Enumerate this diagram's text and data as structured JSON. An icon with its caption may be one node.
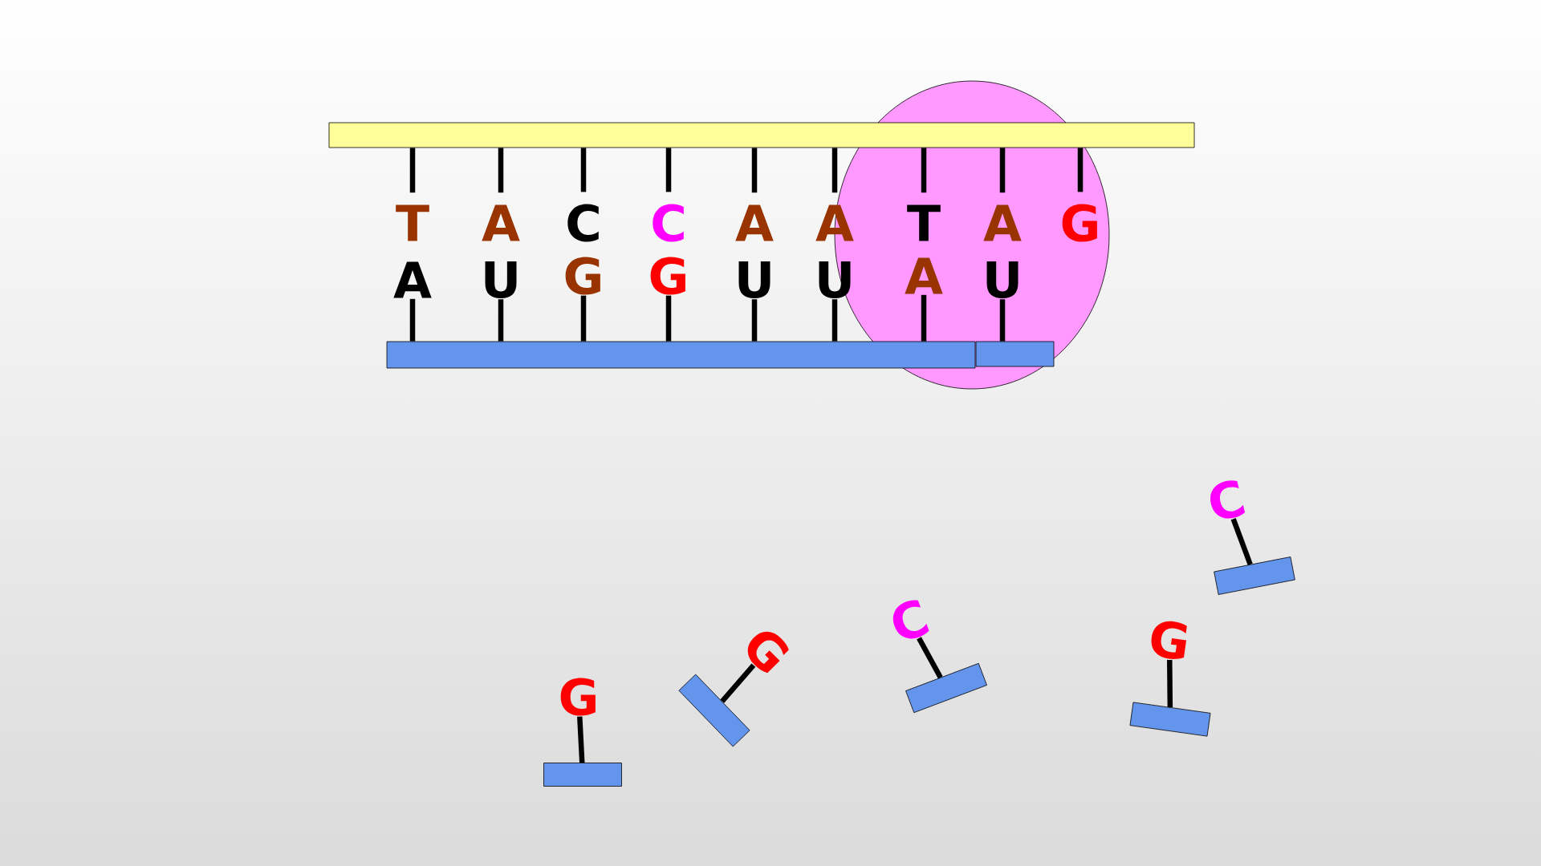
{
  "diagram": {
    "nodes": [
      {
        "text": [],
        "shape": "bar"
      },
      {
        "text": [],
        "shape": "circle"
      },
      {
        "text": [],
        "shape": "bar"
      },
      {
        "text": [],
        "shape": "bar",
        "in": 1
      },
      {
        "text": [
          "T"
        ]
      },
      {
        "text": [
          "A"
        ]
      },
      {
        "text": [
          "C"
        ]
      },
      {
        "text": [
          "C"
        ]
      },
      {
        "text": [
          "A"
        ]
      },
      {
        "text": [
          "A"
        ]
      },
      {
        "text": [
          "T"
        ],
        "in": 1
      },
      {
        "text": [
          "A"
        ],
        "in": 1
      },
      {
        "text": [
          "G"
        ],
        "in": 1
      },
      {
        "text": [
          "A"
        ]
      },
      {
        "text": [
          "U"
        ]
      },
      {
        "text": [
          "G"
        ]
      },
      {
        "text": [
          "G"
        ]
      },
      {
        "text": [
          "U"
        ]
      },
      {
        "text": [
          "U"
        ]
      },
      {
        "text": [
          "A"
        ],
        "in": 1
      },
      {
        "text": [
          "U"
        ],
        "in": 1
      },
      {
        "text": [
          "G"
        ]
      },
      {
        "text": [
          "G"
        ]
      },
      {
        "text": [
          "C"
        ]
      },
      {
        "text": [
          "G"
        ]
      },
      {
        "text": [
          "C"
        ]
      },
      {
        "text": [],
        "shape": "bar"
      },
      {
        "text": [],
        "shape": "bar"
      },
      {
        "text": [],
        "shape": "bar"
      },
      {
        "text": [],
        "shape": "bar"
      },
      {
        "text": [],
        "shape": "bar"
      }
    ],
    "edges": [
      {
        "from": 0,
        "to": 4,
        "arrow": "none"
      },
      {
        "from": 0,
        "to": 5,
        "arrow": "none"
      },
      {
        "from": 0,
        "to": 6,
        "arrow": "none"
      },
      {
        "from": 0,
        "to": 7,
        "arrow": "none"
      },
      {
        "from": 0,
        "to": 8,
        "arrow": "none"
      },
      {
        "from": 0,
        "to": 9,
        "arrow": "none"
      },
      {
        "from": 0,
        "to": 10,
        "arrow": "none"
      },
      {
        "from": 0,
        "to": 11,
        "arrow": "none"
      },
      {
        "from": 0,
        "to": 12,
        "arrow": "none"
      },
      {
        "from": 13,
        "to": 2,
        "arrow": "none"
      },
      {
        "from": 14,
        "to": 2,
        "arrow": "none"
      },
      {
        "from": 15,
        "to": 2,
        "arrow": "none"
      },
      {
        "from": 16,
        "to": 2,
        "arrow": "none"
      },
      {
        "from": 17,
        "to": 2,
        "arrow": "none"
      },
      {
        "from": 18,
        "to": 2,
        "arrow": "none"
      },
      {
        "from": 19,
        "to": 2,
        "arrow": "none"
      },
      {
        "from": 20,
        "to": 3,
        "arrow": "none"
      },
      {
        "from": 21,
        "to": 26,
        "arrow": "none"
      },
      {
        "from": 22,
        "to": 27,
        "arrow": "none"
      },
      {
        "from": 23,
        "to": 28,
        "arrow": "none"
      },
      {
        "from": 24,
        "to": 29,
        "arrow": "none"
      },
      {
        "from": 25,
        "to": 30,
        "arrow": "none"
      }
    ]
  }
}
